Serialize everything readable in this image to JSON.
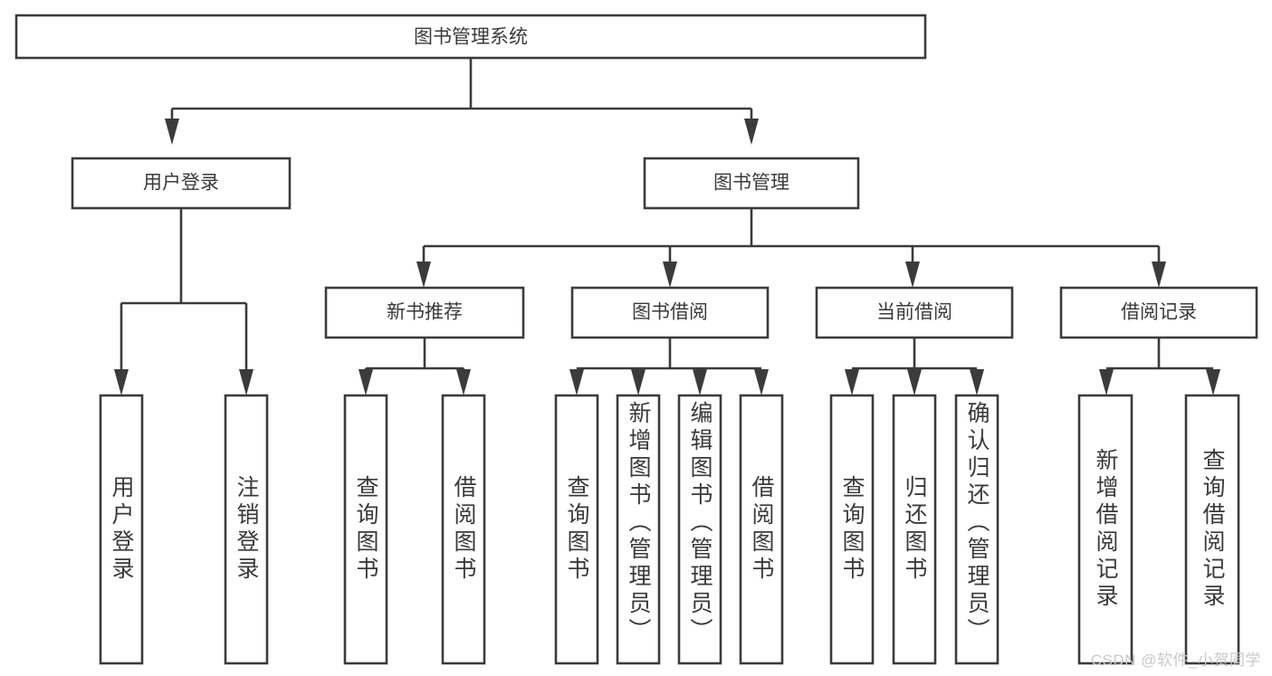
{
  "diagram": {
    "title_node": {
      "label": "图书管理系统"
    },
    "level2": [
      {
        "label": "用户登录"
      },
      {
        "label": "图书管理"
      }
    ],
    "level3": [
      {
        "label": "新书推荐"
      },
      {
        "label": "图书借阅"
      },
      {
        "label": "当前借阅"
      },
      {
        "label": "借阅记录"
      }
    ],
    "leaves": [
      {
        "label": "用户登录"
      },
      {
        "label": "注销登录"
      },
      {
        "label": "查询图书"
      },
      {
        "label": "借阅图书"
      },
      {
        "label": "查询图书"
      },
      {
        "label": "新增图书（管理员）"
      },
      {
        "label": "编辑图书（管理员）"
      },
      {
        "label": "借阅图书"
      },
      {
        "label": "查询图书"
      },
      {
        "label": "归还图书"
      },
      {
        "label": "确认归还（管理员）"
      },
      {
        "label": "新增借阅记录"
      },
      {
        "label": "查询借阅记录"
      }
    ],
    "watermark": "CSDN @软件_小贺同学",
    "colors": {
      "line": "#3b3b3b",
      "text": "#3a3a3a",
      "box_fill": "#ffffff",
      "background": "#ffffff",
      "watermark": "#c9c9c9"
    }
  }
}
